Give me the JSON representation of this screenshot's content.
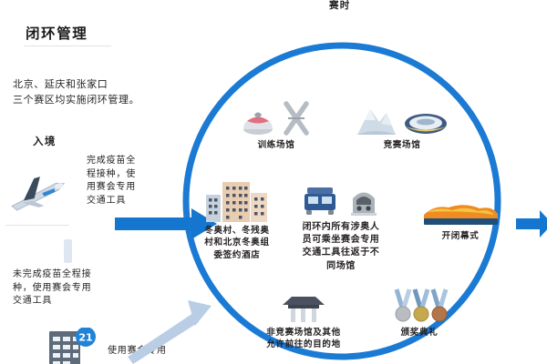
{
  "page": {
    "title": "闭环管理",
    "subtitle": "北京、延庆和张家口\n三个赛区均实施闭环管理。",
    "top_label": "赛时",
    "entry_label": "入境"
  },
  "colors": {
    "ring_blue": "#1a7ad4",
    "arrow_blue": "#1576cf",
    "arrow_pale": "#b9cde4",
    "text_dark": "#231f20",
    "badge_blue": "#2083d8"
  },
  "left_flow": {
    "vaccinated": {
      "icon": "airplane-icon",
      "text": "完成疫苗全\n程接种，使\n用赛会专用\n交通工具"
    },
    "unvaccinated": {
      "text": "未完成疫苗全程接\n种，使用赛会专用\n交通工具"
    },
    "quarantine": {
      "icon": "hotel-21-days-icon",
      "badge": "21",
      "text": "使用赛会专用"
    }
  },
  "circle_nodes": [
    {
      "id": "training-venues",
      "caption": "训练场馆",
      "icons": [
        "curling-stone-icon",
        "crossed-skis-icon"
      ]
    },
    {
      "id": "competition-venues",
      "caption": "竞赛场馆",
      "icons": [
        "ski-slope-icon",
        "skating-oval-icon"
      ]
    },
    {
      "id": "olympic-villages",
      "caption": "冬奥村、冬残奥\n村和北京冬奥组\n委签约酒店",
      "icons": [
        "buildings-icon"
      ]
    },
    {
      "id": "ceremonies",
      "caption": "开闭幕式",
      "icons": [
        "stadium-flame-icon"
      ]
    },
    {
      "id": "non-competition-venues",
      "caption": "非竞赛场馆及其他\n允许前往的目的地",
      "icons": [
        "pavilion-icon"
      ]
    },
    {
      "id": "medal-ceremony",
      "caption": "颁奖典礼",
      "icons": [
        "medals-icon"
      ]
    }
  ],
  "center_note": {
    "text": "闭环内所有涉奥人\n员可乘坐赛会专用\n交通工具往返于不\n同场馆",
    "icons": [
      "bus-icon",
      "train-icon"
    ]
  },
  "arrows": {
    "in": "arrow-right-into-circle",
    "out": "arrow-right-out-of-circle",
    "diagonal": "arrow-diagonal-up-right"
  }
}
